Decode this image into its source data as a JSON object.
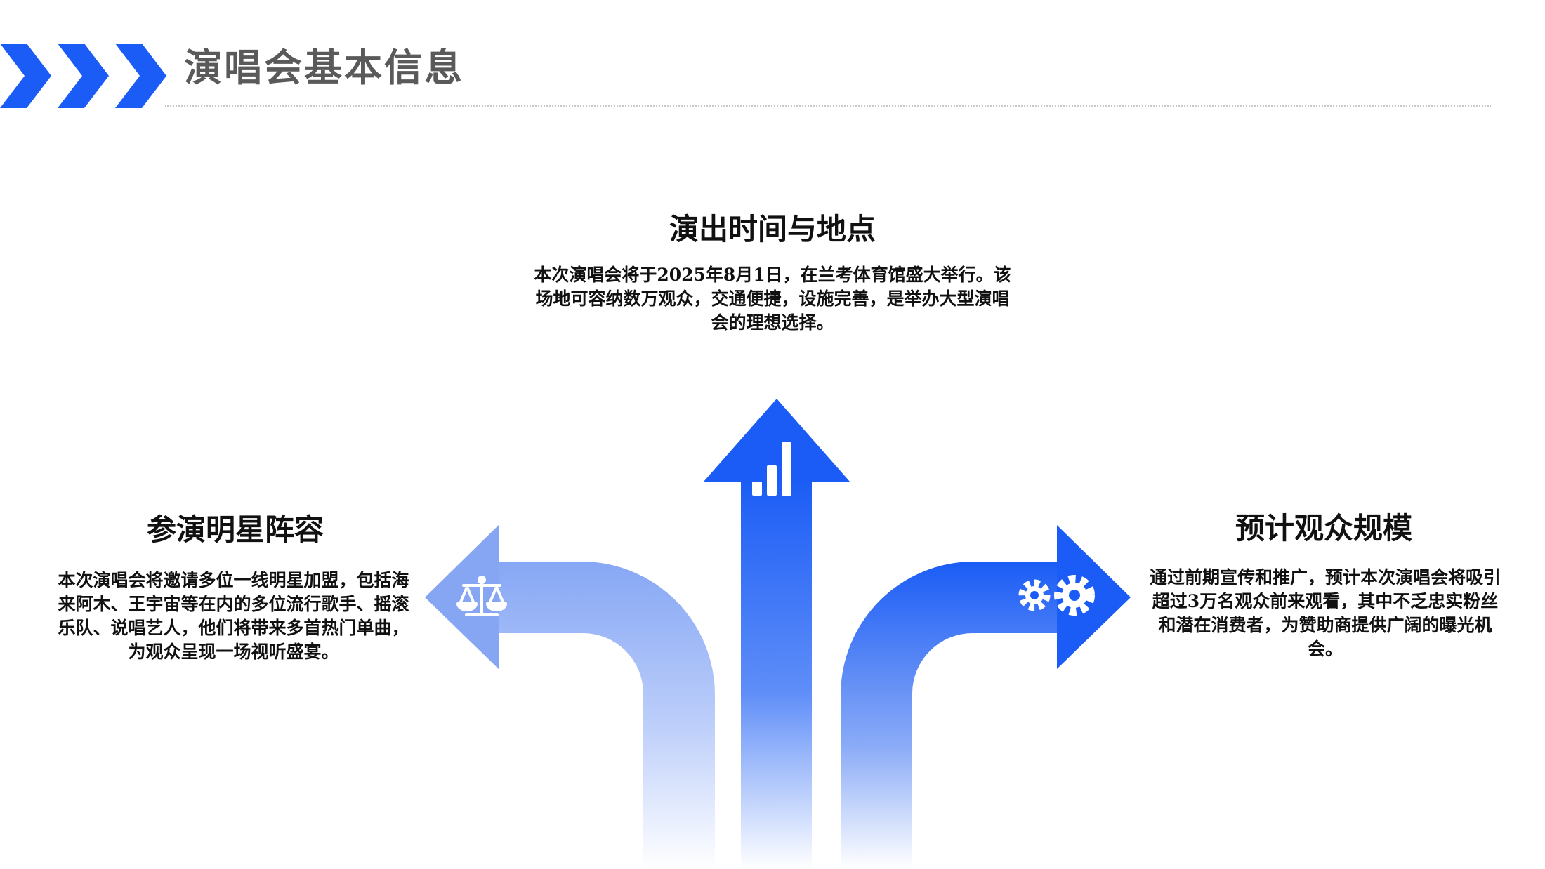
{
  "header": {
    "title": "演唱会基本信息"
  },
  "colors": {
    "accent": "#1a5cf5",
    "divider": "#c9c9c9",
    "title_gray": "#5a5a5a"
  },
  "sections": {
    "center": {
      "title": "演出时间与地点",
      "description": "本次演唱会将于2025年8月1日，在兰考体育馆盛大举行。该场地可容纳数万观众，交通便捷，设施完善，是举办大型演唱会的理想选择。",
      "icon": "bar-chart-icon"
    },
    "left": {
      "title": "参演明星阵容",
      "description": "本次演唱会将邀请多位一线明星加盟，包括海来阿木、王宇宙等在内的多位流行歌手、摇滚乐队、说唱艺人，他们将带来多首热门单曲，为观众呈现一场视听盛宴。",
      "icon": "balance-scale-icon"
    },
    "right": {
      "title": "预计观众规模",
      "description": "通过前期宣传和推广，预计本次演唱会将吸引超过3万名观众前来观看，其中不乏忠实粉丝和潜在消费者，为赞助商提供广阔的曝光机会。",
      "icon": "gears-icon"
    }
  }
}
